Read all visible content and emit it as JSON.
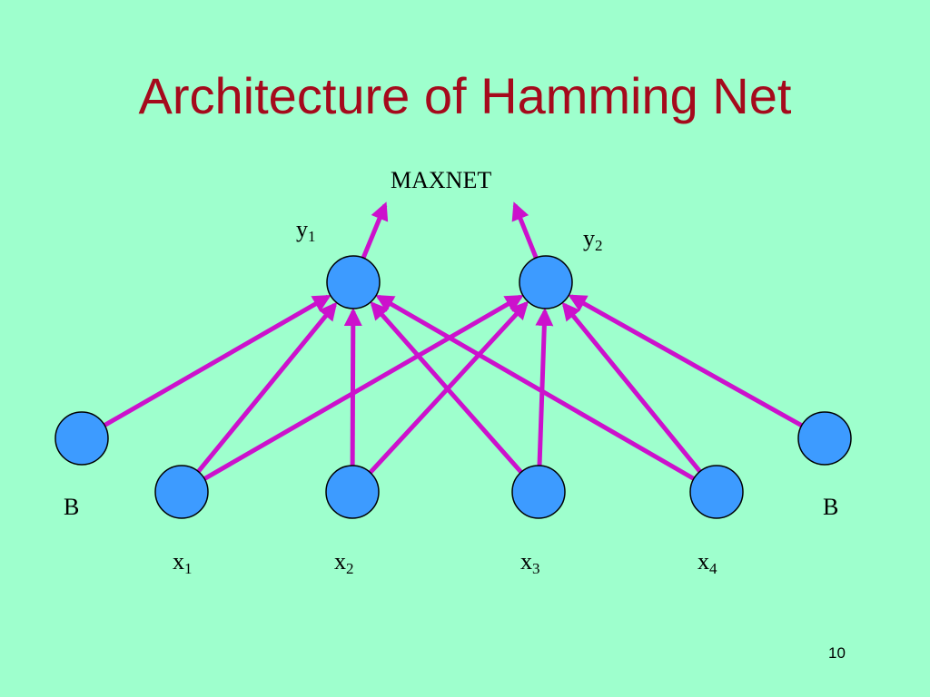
{
  "slide": {
    "title": "Architecture of Hamming Net",
    "page_number": "10"
  },
  "diagram": {
    "top_label": "MAXNET",
    "outputs": [
      {
        "id": "y1",
        "letter": "y",
        "sub": "1"
      },
      {
        "id": "y2",
        "letter": "y",
        "sub": "2"
      }
    ],
    "bias_nodes": [
      {
        "id": "B_left",
        "label": "B"
      },
      {
        "id": "B_right",
        "label": "B"
      }
    ],
    "inputs": [
      {
        "id": "x1",
        "letter": "x",
        "sub": "1"
      },
      {
        "id": "x2",
        "letter": "x",
        "sub": "2"
      },
      {
        "id": "x3",
        "letter": "x",
        "sub": "3"
      },
      {
        "id": "x4",
        "letter": "x",
        "sub": "4"
      }
    ],
    "edges": [
      {
        "from": "B_left",
        "to": "y1"
      },
      {
        "from": "x1",
        "to": "y1"
      },
      {
        "from": "x2",
        "to": "y1"
      },
      {
        "from": "x3",
        "to": "y1"
      },
      {
        "from": "x4",
        "to": "y1"
      },
      {
        "from": "x1",
        "to": "y2"
      },
      {
        "from": "x2",
        "to": "y2"
      },
      {
        "from": "x3",
        "to": "y2"
      },
      {
        "from": "x4",
        "to": "y2"
      },
      {
        "from": "B_right",
        "to": "y2"
      },
      {
        "from": "y1",
        "to": "MAXNET"
      },
      {
        "from": "y2",
        "to": "MAXNET"
      }
    ],
    "colors": {
      "background": "#9effcd",
      "title": "#a50a1c",
      "node_fill": "#3d9bff",
      "edge": "#cc11cc"
    }
  }
}
